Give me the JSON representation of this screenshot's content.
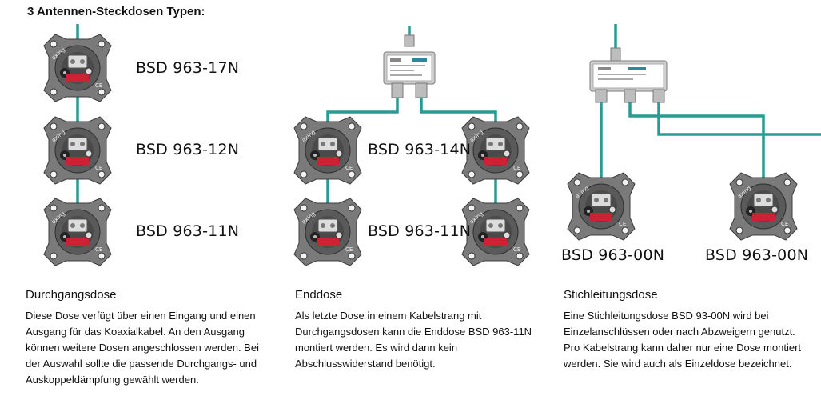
{
  "title": "3 Antennen-Steckdosen Typen:",
  "col1": {
    "labels": [
      "BSD 963-17N",
      "BSD 963-12N",
      "BSD 963-11N"
    ],
    "heading": "Durchgangsdose",
    "text": "Diese Dose verfügt über einen Eingang und einen Ausgang für das Koaxialkabel. An den Ausgang können weitere Dosen angeschlossen werden. Bei der Auswahl sollte die passende Durchgangs- und Auskoppeldämpfung gewählt werden."
  },
  "col2": {
    "labels": [
      "BSD 963-14N",
      "BSD 963-11N"
    ],
    "heading": "Enddose",
    "text": "Als letzte Dose in einem Kabelstrang mit Durchgangsdosen kann die Enddose BSD 963-11N montiert werden. Es wird dann kein Abschlusswiderstand benötigt."
  },
  "col3": {
    "labels": [
      "BSD 963-00N",
      "BSD 963-00N"
    ],
    "heading": "Stichleitungsdose",
    "text": "Eine Stichleitungsdose BSD 93-00N wird bei Einzelanschlüssen oder nach Abzweigern genutzt. Pro Kabelstrang kann daher nur eine Dose montiert werden. Sie wird auch als Einzeldose bezeichnet."
  },
  "colors": {
    "cable": "#2a9a93",
    "socket": "#6f6f6f",
    "red": "#cc2233",
    "splitter": "#c8c8c8"
  },
  "icons": [
    "antenna-socket-icon",
    "splitter-icon",
    "coax-cable-icon"
  ]
}
